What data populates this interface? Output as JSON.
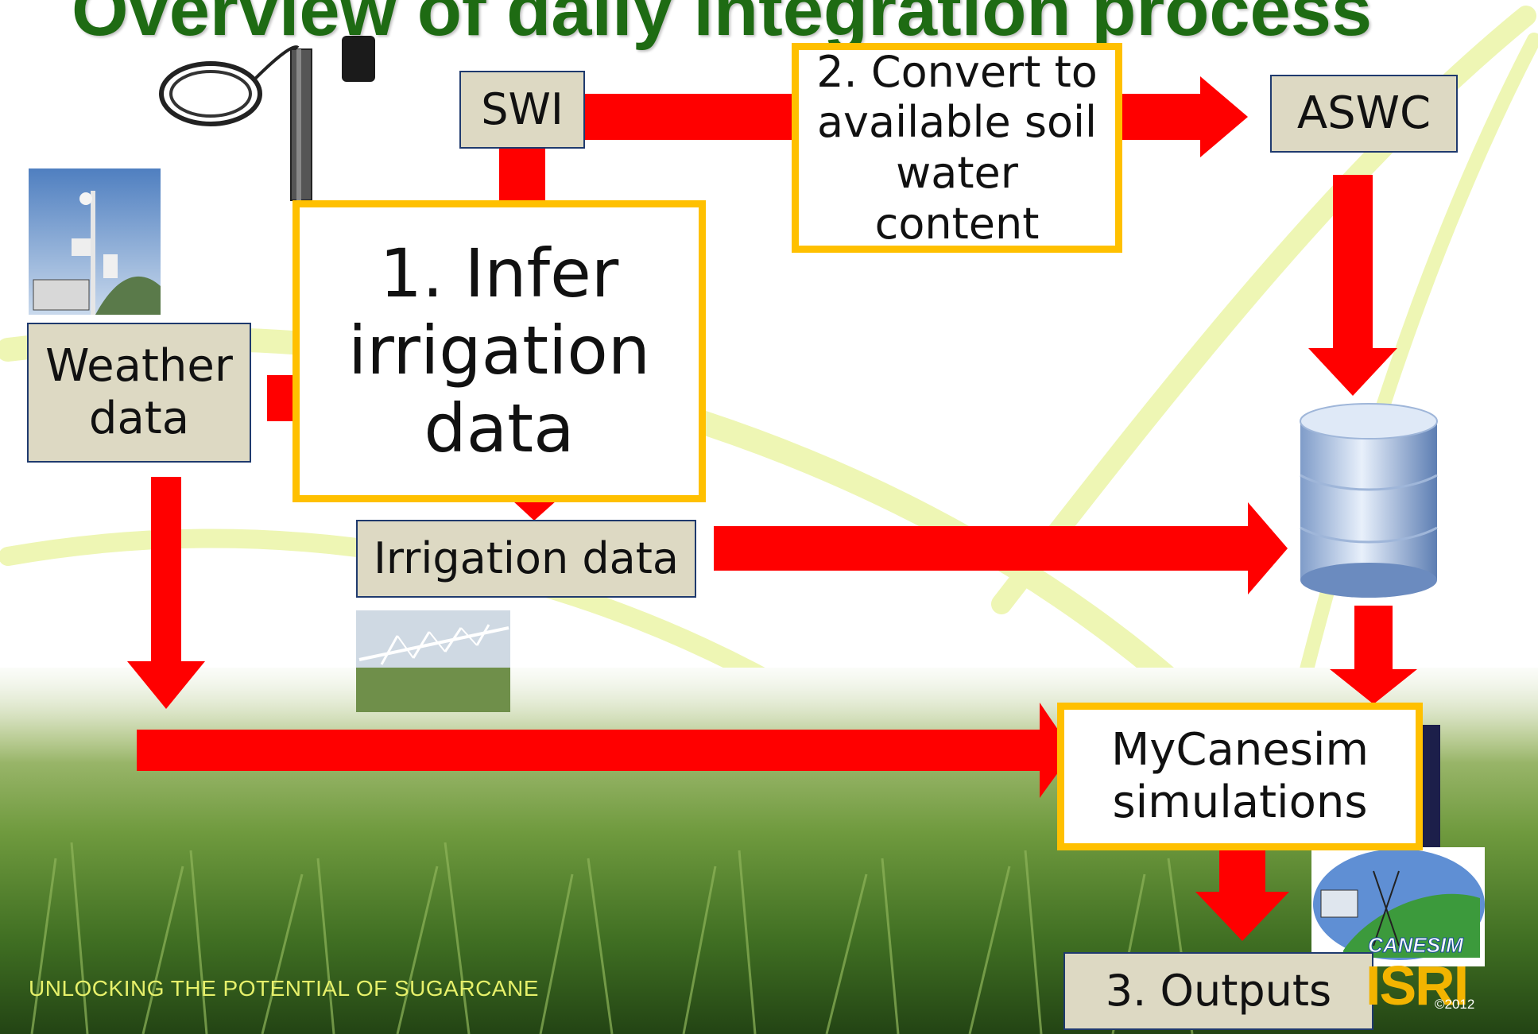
{
  "title": "Overview of daily integration process",
  "nodes": {
    "swi": "SWI",
    "convert": "2. Convert to available soil water content",
    "aswc": "ASWC",
    "weather": "Weather data",
    "infer": "1. Infer irrigation data",
    "irrigation": "Irrigation data",
    "mycanesim": "MyCanesim simulations",
    "outputs": "3. Outputs"
  },
  "logos": {
    "canesim": "CANESIM",
    "isri": "ISRI"
  },
  "footer": "UNLOCKING THE POTENTIAL OF SUGARCANE",
  "copyright": "©2012",
  "colors": {
    "title": "#1e6b13",
    "arrow": "#ff0000",
    "data_box_fill": "#ddd9c3",
    "data_box_border": "#1f3a6e",
    "process_box_border": "#ffc000",
    "footer_text": "#e6f06a"
  },
  "icons": [
    "soil-moisture-probe-icon",
    "weather-station-photo",
    "center-pivot-irrigation-photo",
    "database-cylinder-icon",
    "canesim-logo",
    "isri-logo"
  ]
}
